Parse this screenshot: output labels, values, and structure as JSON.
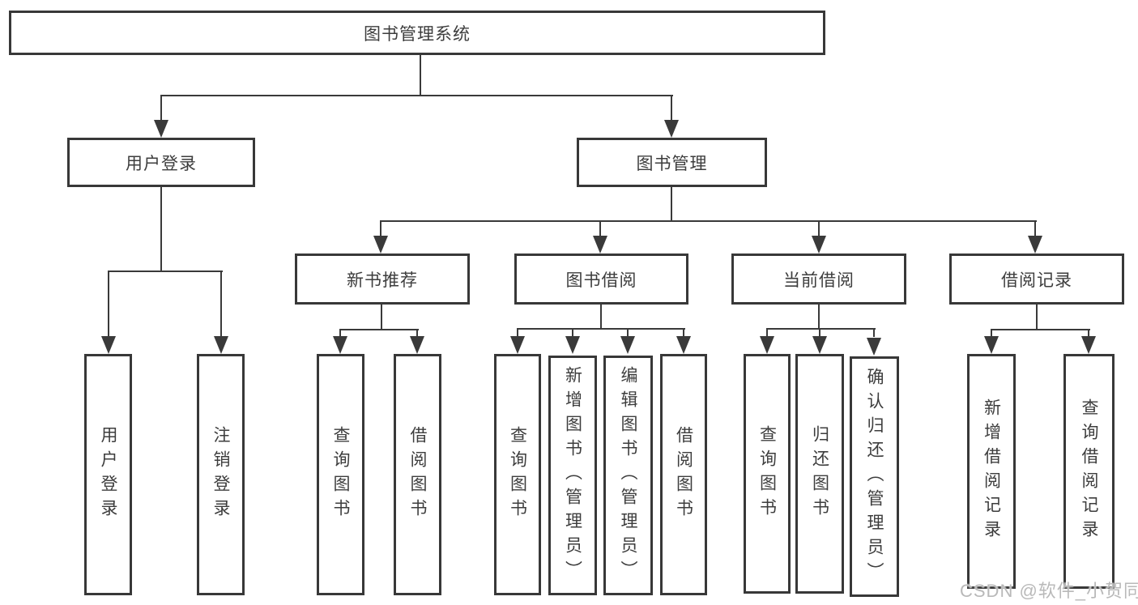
{
  "diagram": {
    "root": {
      "label": "图书管理系统"
    },
    "branches": [
      {
        "label": "用户登录",
        "children": [
          {
            "label": "用户登录"
          },
          {
            "label": "注销登录"
          }
        ]
      },
      {
        "label": "图书管理",
        "children": [
          {
            "label": "新书推荐",
            "children": [
              {
                "label": "查询图书"
              },
              {
                "label": "借阅图书"
              }
            ]
          },
          {
            "label": "图书借阅",
            "children": [
              {
                "label": "查询图书"
              },
              {
                "label": "新增图书（管理员）"
              },
              {
                "label": "编辑图书（管理员）"
              },
              {
                "label": "借阅图书"
              }
            ]
          },
          {
            "label": "当前借阅",
            "children": [
              {
                "label": "查询图书"
              },
              {
                "label": "归还图书"
              },
              {
                "label": "确认归还（管理员）"
              }
            ]
          },
          {
            "label": "借阅记录",
            "children": [
              {
                "label": "新增借阅记录"
              },
              {
                "label": "查询借阅记录"
              }
            ]
          }
        ]
      }
    ],
    "watermark": "CSDN @软件_小贺同学",
    "colors": {
      "stroke": "#3a3a3a",
      "text": "#3d3d3d",
      "node_background": "#ffffff",
      "watermark": "#b9b9b9"
    }
  }
}
